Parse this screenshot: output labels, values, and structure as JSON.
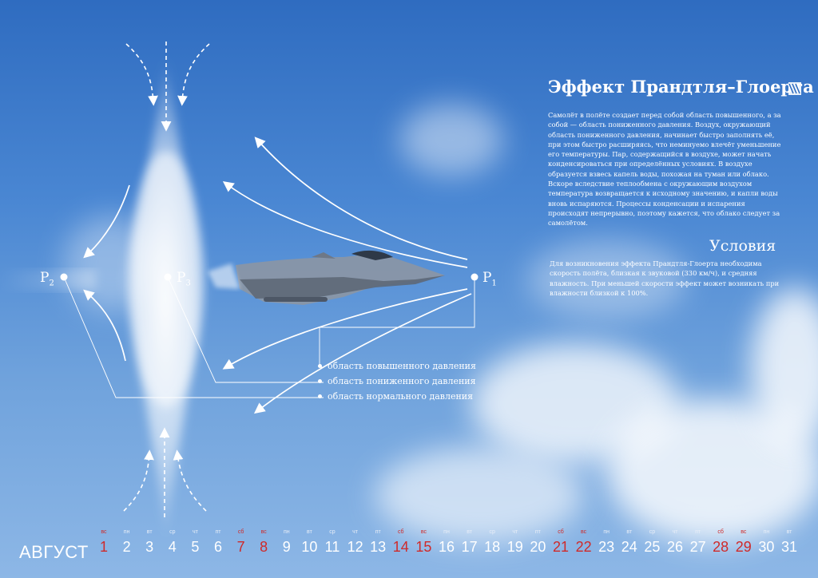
{
  "title": "Эффект Прандтля–Глоерта",
  "description": "Самолёт в полёте создает перед собой область повышенного, а за собой — область пониженного давления. Воздух, окружающий область пониженного давления, начинает быстро заполнять её, при этом быстро расширяясь, что неминуемо влечёт уменьшение его температуры. Пар, содержащийся в воздухе, может начать конденсироваться при определённых условиях. В воздухе образуется взвесь капель воды, похожая на туман или облако. Вскоре вследствие теплообмена с окружающим воздухом температура возвращается к исходному значению, и капли воды вновь испаряются. Процессы конденсации и испарения происходят непрерывно, поэтому кажется, что облако следует за самолётом.",
  "conditions_title": "Условия",
  "conditions_text": "Для возникновения эффекта Прандтля-Глоерта необходима скорость полёта, близкая к звуковой (330 км/ч), и средняя влажность. При меньшей скорости эффект может возникать при влажности близкой к 100%.",
  "points": {
    "p1": {
      "letter": "P",
      "index": "1"
    },
    "p2": {
      "letter": "P",
      "index": "2"
    },
    "p3": {
      "letter": "P",
      "index": "3"
    }
  },
  "legend": [
    "область повышенного давления",
    "область пониженного давления",
    "область нормального давления"
  ],
  "calendar": {
    "month": "АВГУСТ",
    "accent_color": "#cf2a2a",
    "days": [
      {
        "wd": "вс",
        "d": "1",
        "red": true
      },
      {
        "wd": "пн",
        "d": "2",
        "red": false
      },
      {
        "wd": "вт",
        "d": "3",
        "red": false
      },
      {
        "wd": "ср",
        "d": "4",
        "red": false
      },
      {
        "wd": "чт",
        "d": "5",
        "red": false
      },
      {
        "wd": "пт",
        "d": "6",
        "red": false
      },
      {
        "wd": "сб",
        "d": "7",
        "red": true
      },
      {
        "wd": "вс",
        "d": "8",
        "red": true
      },
      {
        "wd": "пн",
        "d": "9",
        "red": false
      },
      {
        "wd": "вт",
        "d": "10",
        "red": false
      },
      {
        "wd": "ср",
        "d": "11",
        "red": false
      },
      {
        "wd": "чт",
        "d": "12",
        "red": false
      },
      {
        "wd": "пт",
        "d": "13",
        "red": false
      },
      {
        "wd": "сб",
        "d": "14",
        "red": true
      },
      {
        "wd": "вс",
        "d": "15",
        "red": true
      },
      {
        "wd": "пн",
        "d": "16",
        "red": false
      },
      {
        "wd": "вт",
        "d": "17",
        "red": false
      },
      {
        "wd": "ср",
        "d": "18",
        "red": false
      },
      {
        "wd": "чт",
        "d": "19",
        "red": false
      },
      {
        "wd": "пт",
        "d": "20",
        "red": false
      },
      {
        "wd": "сб",
        "d": "21",
        "red": true
      },
      {
        "wd": "вс",
        "d": "22",
        "red": true
      },
      {
        "wd": "пн",
        "d": "23",
        "red": false
      },
      {
        "wd": "вт",
        "d": "24",
        "red": false
      },
      {
        "wd": "ср",
        "d": "25",
        "red": false
      },
      {
        "wd": "чт",
        "d": "26",
        "red": false
      },
      {
        "wd": "пт",
        "d": "27",
        "red": false
      },
      {
        "wd": "сб",
        "d": "28",
        "red": true
      },
      {
        "wd": "вс",
        "d": "29",
        "red": true
      },
      {
        "wd": "пн",
        "d": "30",
        "red": false
      },
      {
        "wd": "вт",
        "d": "31",
        "red": false
      }
    ]
  }
}
